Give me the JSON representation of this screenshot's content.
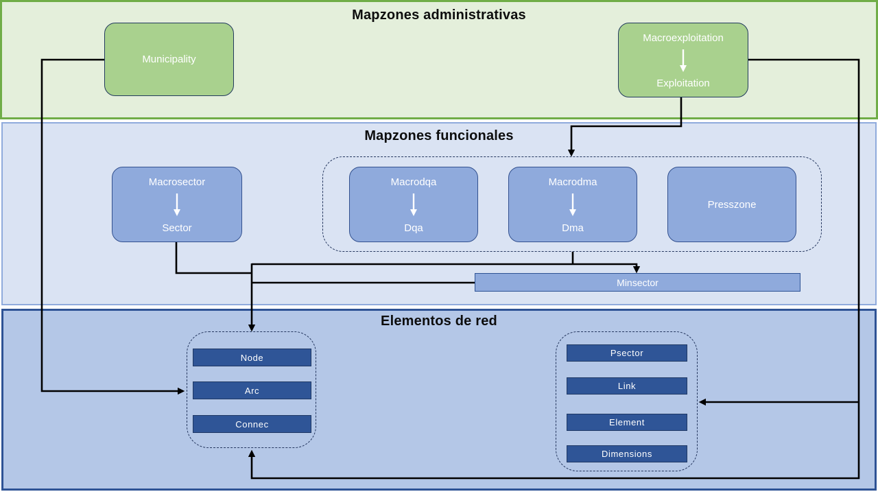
{
  "bands": {
    "admin": {
      "title": "Mapzones administrativas",
      "municipality": "Municipality",
      "macroexploitation": {
        "top": "Macroexploitation",
        "bottom": "Exploitation"
      }
    },
    "func": {
      "title": "Mapzones funcionales",
      "macrosector": {
        "top": "Macrosector",
        "bottom": "Sector"
      },
      "macrodqa": {
        "top": "Macrodqa",
        "bottom": "Dqa"
      },
      "macrodma": {
        "top": "Macrodma",
        "bottom": "Dma"
      },
      "presszone": "Presszone",
      "minsector": "Minsector"
    },
    "net": {
      "title": "Elementos de red",
      "left_items": [
        "Node",
        "Arc",
        "Connec"
      ],
      "right_items": [
        "Psector",
        "Link",
        "Element",
        "Dimensions"
      ]
    }
  },
  "colors": {
    "band_admin_fill": "#e4efdb",
    "band_admin_border": "#70ad47",
    "band_func_fill": "#dae3f3",
    "band_func_border": "#8faadc",
    "band_net_fill": "#b4c7e7",
    "band_net_border": "#2e5395",
    "green_box_fill": "#a9d18e",
    "blue_box_fill": "#8faadc",
    "dark_bar_fill": "#2f5597",
    "connector_color": "#000000",
    "box_text_color": "#ffffff"
  }
}
